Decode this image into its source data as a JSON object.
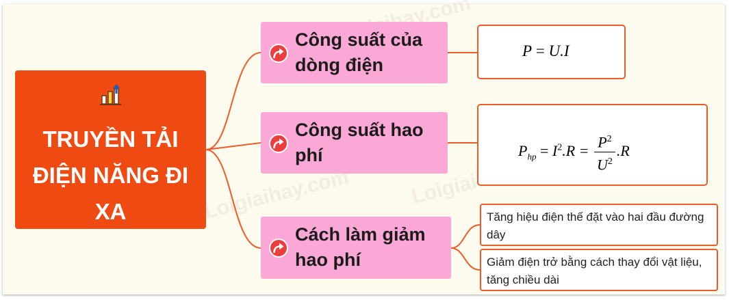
{
  "root": {
    "title": "TRUYỀN TẢI ĐIỆN NĂNG ĐI XA",
    "icon": "bar-chart-growth-icon"
  },
  "branches": [
    {
      "label": "Công suất của dòng điện",
      "icon": "curved-arrow-icon"
    },
    {
      "label": "Công suất hao phí",
      "icon": "curved-arrow-icon"
    },
    {
      "label": "Cách làm giảm hao phí",
      "icon": "curved-arrow-icon"
    }
  ],
  "formulas": {
    "power": {
      "lhs": "P",
      "eq": " = ",
      "rhs": "U.I"
    },
    "loss": {
      "p": "P",
      "sub": "hp",
      "eq1": " = ",
      "i": "I",
      "exp": "2",
      "r1": ".R = ",
      "num": "P",
      "num_exp": "2",
      "den": "U",
      "den_exp": "2",
      "r2": ".R"
    }
  },
  "methods": [
    "Tăng hiệu điện thế đặt vào hai đầu đường dây",
    "Giảm điện trở bằng cách thay đổi vật liệu, tăng chiều dài"
  ],
  "watermark": "Loigiaihay.com",
  "colors": {
    "root": "#f04a13",
    "branch": "#fba8d7",
    "connector": "#ee5a28",
    "background": "#fdfbee"
  }
}
